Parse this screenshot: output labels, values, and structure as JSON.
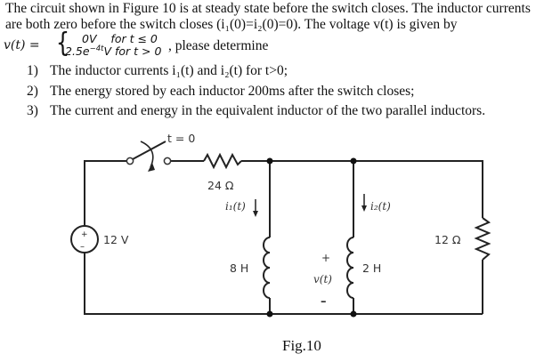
{
  "problem": {
    "intro_line1": "The circuit shown in Figure 10 is at steady state before the switch closes. The inductor currents",
    "intro_line2": "are both zero before the switch closes (i₁(0)=i₂(0)=0). The voltage v(t) is given by",
    "equation": {
      "lhs": "v(t) =",
      "case1_value": "0V",
      "case1_condition": "for t ≤ 0",
      "case2_value": "2.5e",
      "case2_exponent": "−4t",
      "case2_unit_condition": "V for t > 0",
      "tail": ", please determine"
    },
    "questions": [
      {
        "number": "1)",
        "text": "The inductor currents i₁(t) and i₂(t) for t>0;"
      },
      {
        "number": "2)",
        "text": "The energy stored by each inductor 200ms after the switch closes;"
      },
      {
        "number": "3)",
        "text": "The current and energy in the equivalent inductor of the two parallel inductors."
      }
    ]
  },
  "figure": {
    "caption": "Fig.10",
    "switch_label": "t = 0",
    "source_label": "12 V",
    "source_plus": "+",
    "source_minus": "–",
    "series_resistor_label": "24 Ω",
    "current1_label": "i₁(t)",
    "inductor1_label": "8 H",
    "voltage_label": "v(t)",
    "voltage_plus": "+",
    "voltage_minus": "–",
    "current2_label": "i₂(t)",
    "inductor2_label": "2 H",
    "load_resistor_label": "12 Ω",
    "wire_color": "#222222"
  }
}
